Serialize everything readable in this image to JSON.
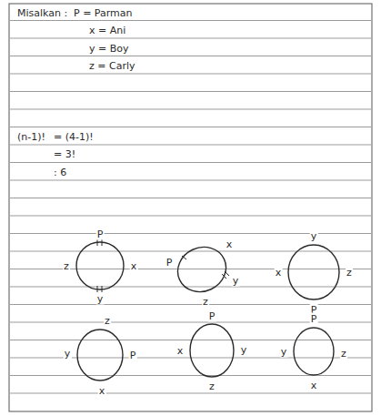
{
  "diagram": {
    "labels": [
      "Misalkan :",
      "P = Parman",
      "x = Ani",
      "y = Boy",
      "z = Carly",
      "(n-1)!",
      "= (4-1)!",
      "= 3!",
      ": 6",
      "P",
      "x",
      "y",
      "z",
      "x",
      "y",
      "z",
      "P",
      "y",
      "z",
      "P",
      "x",
      "z",
      "P",
      "x",
      "y",
      "P",
      "y",
      "z",
      "x",
      "P",
      "z",
      "x",
      "y"
    ]
  }
}
